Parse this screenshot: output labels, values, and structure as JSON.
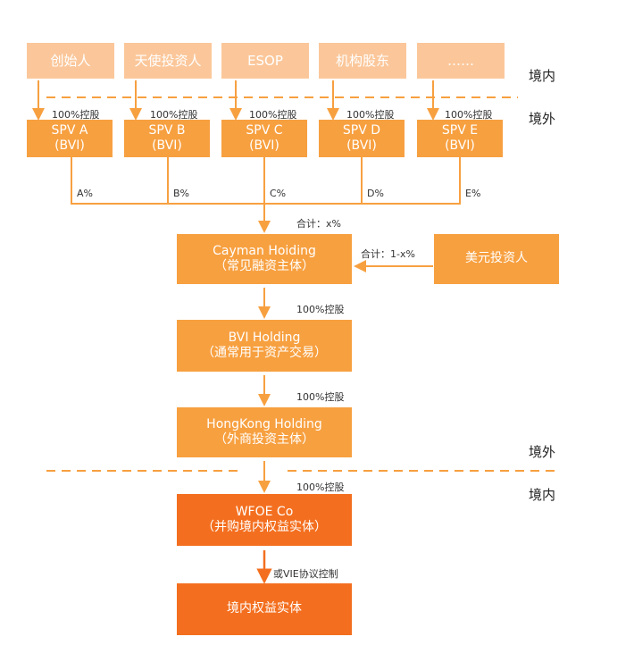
{
  "shareholders": [
    "创始人",
    "天使投资人",
    "ESOP",
    "机构股东",
    "……"
  ],
  "spvs": [
    {
      "name": "SPV A",
      "sub": "(BVI)",
      "pct": "A%"
    },
    {
      "name": "SPV B",
      "sub": "(BVI)",
      "pct": "B%"
    },
    {
      "name": "SPV C",
      "sub": "(BVI)",
      "pct": "C%"
    },
    {
      "name": "SPV D",
      "sub": "(BVI)",
      "pct": "D%"
    },
    {
      "name": "SPV E",
      "sub": "(BVI)",
      "pct": "E%"
    }
  ],
  "holding_label": "100%控股",
  "region_domestic": "境内",
  "region_offshore": "境外",
  "total_x": "合计：x%",
  "total_1x": "合计：1-x%",
  "cayman": {
    "line1": "Cayman Hoiding",
    "line2": "（常见融资主体）"
  },
  "usd_investor": "美元投资人",
  "bvi": {
    "line1": "BVI Holding",
    "line2": "（通常用于资产交易）"
  },
  "hk": {
    "line1": "HongKong Holding",
    "line2": "（外商投资主体）"
  },
  "wfoe": {
    "line1": "WFOE Co",
    "line2": "（并购境内权益实体）"
  },
  "vie_label": "或VIE协议控制",
  "domestic_entity": "境内权益实体",
  "colors": {
    "light": "#fbc79a",
    "mid": "#f7a040",
    "dark": "#f36f1f",
    "line": "#f7a040"
  }
}
